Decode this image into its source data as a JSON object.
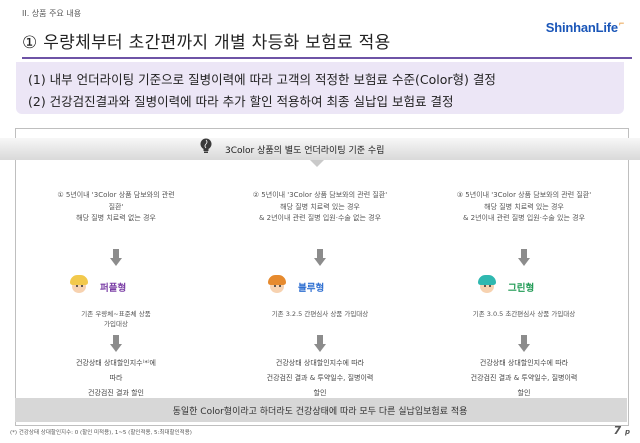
{
  "section": "II. 상품 주요 내용",
  "logo": {
    "text": "ShinhanLife"
  },
  "title": "① 우량체부터 초간편까지 개별 차등화 보험료 적용",
  "summary": {
    "line1": "(1) 내부 언더라이팅 기준으로 질병이력에 따라 고객의 적정한 보험료 수준(Color형) 결정",
    "line2": "(2) 건강검진결과와 질병이력에 따라 추가 할인 적용하여 최종 실납입 보험료 결정"
  },
  "banner": {
    "text": "3Color 상품의 별도 언더라이팅 기준 수립"
  },
  "columns": [
    {
      "cond1": "① 5년이내 '3Color 상품 담보와의 관련",
      "cond2": "질환'",
      "cond3": "해당 질병 치료력 없는 경우",
      "cond4": "",
      "grade": "퍼플형",
      "grade_color": "#7b3fa6",
      "desc1": "기존 우량체~표준체 상품",
      "desc2": "가입대상",
      "result1": "건강상태 상대할인지수⁽*⁾에",
      "result2": "따라",
      "result3": "건강검진 결과 할인"
    },
    {
      "cond1": "② 5년이내 '3Color 상품 담보와의 관련 질환'",
      "cond2": "해당 질병 치료력 있는 경우",
      "cond3": "& 2년이내 관련 질병 입원·수술 없는 경우",
      "cond4": "",
      "grade": "블루형",
      "grade_color": "#2f6fd1",
      "desc1": "기존 3.2.5 간편심사 상품 가입대상",
      "desc2": "",
      "result1": "건강상태 상대할인지수에 따라",
      "result2": "건강검진 결과 & 투약일수, 질병이력",
      "result3": "할인"
    },
    {
      "cond1": "③ 5년이내 '3Color 상품 담보와의 관련 질환'",
      "cond2": "해당 질병 치료력 있는 경우",
      "cond3": "& 2년이내 관련 질병 입원·수술 있는 경우",
      "cond4": "",
      "grade": "그린형",
      "grade_color": "#1f9a54",
      "desc1": "기존 3.0.5 초간편심사 상품 가입대상",
      "desc2": "",
      "result1": "건강상태 상대할인지수에 따라",
      "result2": "건강검진 결과 & 투약일수, 질병이력",
      "result3": "할인"
    }
  ],
  "footer": "동일한 Color형이라고 하더라도 건강상태에 따라 모두 다른 실납입보험료 적용",
  "footnote": "(*) 건강상태 상대할인지수: 0 (할인 미적용), 1~5 (할인적용, 5:최대할인적용)",
  "page_number": "7",
  "page_suffix": "p"
}
